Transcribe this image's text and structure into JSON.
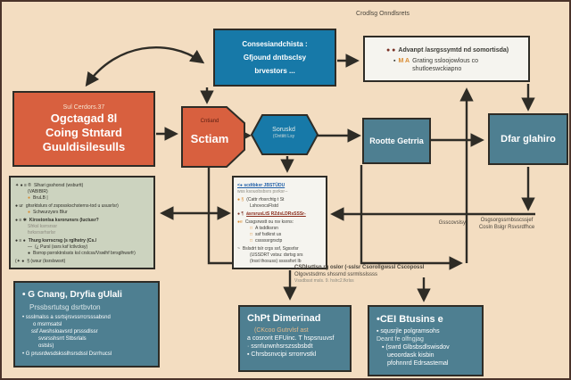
{
  "page_title": "Crodlsg Onndlsrets",
  "colors": {
    "background": "#f3ddc1",
    "orange_node": "#d8603f",
    "blue_node": "#1779a8",
    "slate_node": "#4e7f91",
    "white_node": "#f5f4ef",
    "sage_node": "#ccd3bf",
    "arrow": "#2e2c26",
    "accent_orange": "#d98a2e",
    "accent_maroon": "#7a3226"
  },
  "top_blue_box": {
    "line1": "Consesiandchista :",
    "line2": "Gfjound dntbsclsy",
    "line3": "brvestors ..."
  },
  "top_right_white_box": {
    "bullet1_glyph": "● ●",
    "bullet1_text": "Advanpt /asrgssymtd nd somortisda)",
    "bullet2_glyph": "▪",
    "bullet2_prefix": "M A",
    "bullet2_text": "Grating ssloojowlous co shutloeswckiapno"
  },
  "red_box": {
    "small": "Sul Cerdors.37",
    "line1": "Ogctagad 8l",
    "line2": "Coing Stntard",
    "line3": "Guuldisilesulls"
  },
  "sctiam_node": {
    "small": "Cntiand",
    "label": "Sctiam"
  },
  "hexagon_node": {
    "line1": "Soruskd",
    "line2": "(Onttitt Lsy"
  },
  "rootte_node": {
    "label": "Rootte Getrria"
  },
  "diarg_node": {
    "label": "Dfar glahiro"
  },
  "green_list": {
    "lines": [
      {
        "b": "✦ ● ≡ ®",
        "t": "Slhari gsshorsd (wsburtt)"
      },
      {
        "b": "",
        "t": "(VABIBIR)"
      },
      {
        "b": "●",
        "t": "BruLB |"
      },
      {
        "b": "● ur",
        "t": "ghsrktslurs of zsposskschsterns-tod u ususrlsr)"
      },
      {
        "b": "●",
        "t": "Schwurzysrs Blur"
      },
      {
        "b": "● ≡ ✱",
        "t": "Kirostonlsa ksrorunsrs (luctusr?"
      },
      {
        "b": "",
        "t": "Sfrksl ksrrsrssr"
      },
      {
        "b": "",
        "t": "fsrksrssrhsrlsr"
      },
      {
        "b": "● ≡ ●",
        "t": "Thurg ksrrscrsg (s rglhstry (Cs./"
      },
      {
        "b": "—",
        "t": "(¿ Pursl (ssrs ksf lctlvcksy)"
      },
      {
        "b": "●",
        "t": "Bsrrop psrrsktrslssts ksl crslcss/Vswlhf brrsglhwsrfr)"
      },
      {
        "b": "(✦ ●",
        "t": "§ (wsur (ksrslswsrt)"
      }
    ]
  },
  "center_white_box": {
    "link": "<● scdtbkxr JBSTÜDU",
    "sub": "wss ksouobsbsrs psrksr--",
    "l2b": "● §",
    "l2": "(Cattr rfosrchtg t St",
    "l3": "LshovocsFlstd",
    "l4b": "● ¶",
    "l4": "ásrsrusLtS RZdsLDRsSSSr-",
    "l5b": "●e",
    "l5": "Cssgsrwstt ou rsv ksrns:",
    "s1b": "□",
    "s1": "A tsddksrsn",
    "s2b": "□",
    "s2": "ssf fsdkrst us",
    "s3b": "□",
    "s3": "csssssrgrsctp",
    "l6b": "~",
    "l6": "Bslsdrt tslr crgs ssf, Sgssrlsr",
    "l7": "(USSDRT vstsu: dsrtsg srs",
    "l8": "(lrsst thosuss) sssssfsrt Ib"
  },
  "gcnang_box": {
    "title": "• G Cnang, Dryfia gUlali",
    "subtitle": "Prssbsrtutsg dsrtbvton",
    "l1": "• ssslmalss a ssrtsjrsvssrrcrsssabsnd",
    "l2": "o  msrmsatsl",
    "l3": "ssf  Awshsloavsrd prsssdlssr",
    "l4": "svsrsshsrrt Stbsrlals",
    "l5": "ostsls)",
    "l6": "• G prusrdwsdsksslhsrsdssl Dsrrhucsl"
  },
  "csd_text": {
    "l1": "CSDlsrtlsn rg oslor (-sslsr Csorollgwssl Cscopossl",
    "l2": "Olgovstsdrns shssrnd ssrmlsslssss",
    "l3": "Vssdbsst msls. 9. hslrc2.fkrlss"
  },
  "chpt_box": {
    "title": "ChPt Dimerinad",
    "l1": "(CKcoo Gutrvlsf ast",
    "l2": "a cosrorit EFUinc. T hspsruuvsf",
    "l3": "·  ssrrlurwnhsrszssbsbdt",
    "l4": "▪  Chrsbsnvcipi srrorrvstkl"
  },
  "cei_box": {
    "title": "•CEI Btusins e",
    "l1": "▪  squsrjle polgramsohs",
    "l2": "Deant fe olfngjag",
    "l3": "▪  (swrd Glbsbsdlswisdov",
    "l4": "ueoordask kisbin",
    "l5": "pfohnnrd Edrsastemal"
  },
  "edge_labels": {
    "gsscovslsy": "Gsscovslsy",
    "osg_line1": "Osgsorgssrnbsscssjef",
    "osg_line2": "Cosln Bslgr Rsvsrdfhce"
  }
}
